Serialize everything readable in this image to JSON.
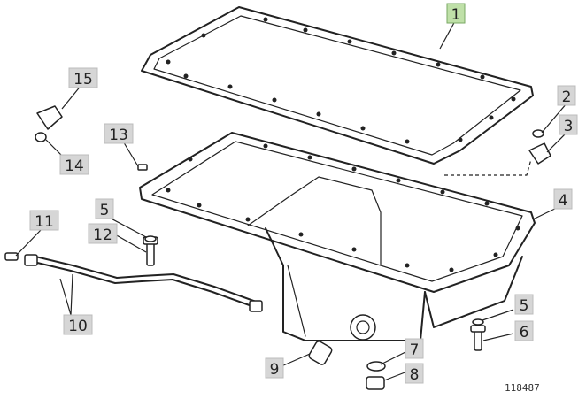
{
  "callouts": [
    {
      "id": "c1",
      "label": "1",
      "highlight": true
    },
    {
      "id": "c2",
      "label": "2"
    },
    {
      "id": "c3",
      "label": "3"
    },
    {
      "id": "c4",
      "label": "4"
    },
    {
      "id": "c5a",
      "label": "5"
    },
    {
      "id": "c5b",
      "label": "5"
    },
    {
      "id": "c6",
      "label": "6"
    },
    {
      "id": "c7",
      "label": "7"
    },
    {
      "id": "c8",
      "label": "8"
    },
    {
      "id": "c9",
      "label": "9"
    },
    {
      "id": "c10",
      "label": "10"
    },
    {
      "id": "c11",
      "label": "11"
    },
    {
      "id": "c12",
      "label": "12"
    },
    {
      "id": "c13",
      "label": "13"
    },
    {
      "id": "c14",
      "label": "14"
    },
    {
      "id": "c15",
      "label": "15"
    }
  ],
  "reference_code": "118487"
}
